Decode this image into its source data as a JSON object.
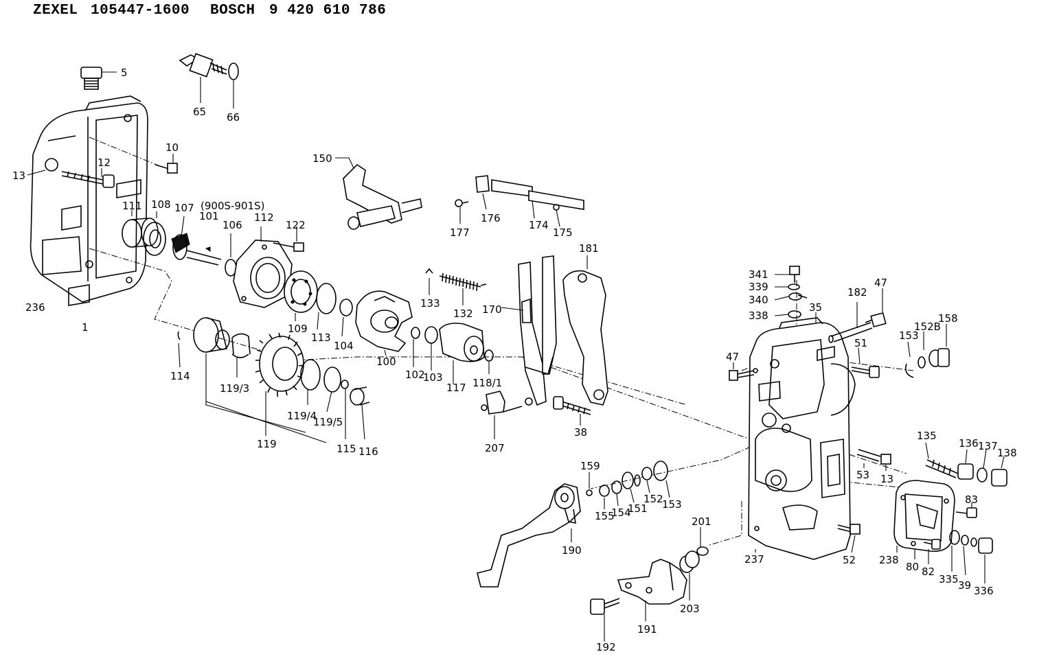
{
  "header": {
    "brand1": "ZEXEL",
    "part1": "105447-1600",
    "brand2": "BOSCH",
    "part2": "9 420 610 786"
  },
  "callouts": [
    {
      "id": "5",
      "text": "5"
    },
    {
      "id": "65",
      "text": "65"
    },
    {
      "id": "66",
      "text": "66"
    },
    {
      "id": "10",
      "text": "10"
    },
    {
      "id": "12",
      "text": "12"
    },
    {
      "id": "13a",
      "text": "13"
    },
    {
      "id": "111",
      "text": "111"
    },
    {
      "id": "108",
      "text": "108"
    },
    {
      "id": "107",
      "text": "107"
    },
    {
      "id": "note",
      "text": "(900S-901S)"
    },
    {
      "id": "101",
      "text": "101"
    },
    {
      "id": "106",
      "text": "106"
    },
    {
      "id": "112",
      "text": "112"
    },
    {
      "id": "122",
      "text": "122"
    },
    {
      "id": "236",
      "text": "236"
    },
    {
      "id": "1",
      "text": "1"
    },
    {
      "id": "109",
      "text": "109"
    },
    {
      "id": "113",
      "text": "113"
    },
    {
      "id": "104",
      "text": "104"
    },
    {
      "id": "100",
      "text": "100"
    },
    {
      "id": "102",
      "text": "102"
    },
    {
      "id": "103",
      "text": "103"
    },
    {
      "id": "117",
      "text": "117"
    },
    {
      "id": "118/1",
      "text": "118/1"
    },
    {
      "id": "114",
      "text": "114"
    },
    {
      "id": "119/3",
      "text": "119/3"
    },
    {
      "id": "119/4",
      "text": "119/4"
    },
    {
      "id": "119/5",
      "text": "119/5"
    },
    {
      "id": "119",
      "text": "119"
    },
    {
      "id": "115",
      "text": "115"
    },
    {
      "id": "116",
      "text": "116"
    },
    {
      "id": "150",
      "text": "150"
    },
    {
      "id": "133",
      "text": "133"
    },
    {
      "id": "132",
      "text": "132"
    },
    {
      "id": "177",
      "text": "177"
    },
    {
      "id": "176",
      "text": "176"
    },
    {
      "id": "174",
      "text": "174"
    },
    {
      "id": "175",
      "text": "175"
    },
    {
      "id": "170",
      "text": "170"
    },
    {
      "id": "181",
      "text": "181"
    },
    {
      "id": "207",
      "text": "207"
    },
    {
      "id": "38",
      "text": "38"
    },
    {
      "id": "341",
      "text": "341"
    },
    {
      "id": "339",
      "text": "339"
    },
    {
      "id": "340",
      "text": "340"
    },
    {
      "id": "338",
      "text": "338"
    },
    {
      "id": "35",
      "text": "35"
    },
    {
      "id": "182",
      "text": "182"
    },
    {
      "id": "47a",
      "text": "47"
    },
    {
      "id": "47b",
      "text": "47"
    },
    {
      "id": "51",
      "text": "51"
    },
    {
      "id": "153a",
      "text": "153"
    },
    {
      "id": "152B",
      "text": "152B"
    },
    {
      "id": "158",
      "text": "158"
    },
    {
      "id": "135",
      "text": "135"
    },
    {
      "id": "136",
      "text": "136"
    },
    {
      "id": "137",
      "text": "137"
    },
    {
      "id": "138",
      "text": "138"
    },
    {
      "id": "53",
      "text": "53"
    },
    {
      "id": "13b",
      "text": "13"
    },
    {
      "id": "159",
      "text": "159"
    },
    {
      "id": "155",
      "text": "155"
    },
    {
      "id": "154",
      "text": "154"
    },
    {
      "id": "151",
      "text": "151"
    },
    {
      "id": "152",
      "text": "152"
    },
    {
      "id": "153b",
      "text": "153"
    },
    {
      "id": "190",
      "text": "190"
    },
    {
      "id": "201",
      "text": "201"
    },
    {
      "id": "203",
      "text": "203"
    },
    {
      "id": "191",
      "text": "191"
    },
    {
      "id": "192",
      "text": "192"
    },
    {
      "id": "237",
      "text": "237"
    },
    {
      "id": "52",
      "text": "52"
    },
    {
      "id": "83",
      "text": "83"
    },
    {
      "id": "238",
      "text": "238"
    },
    {
      "id": "80",
      "text": "80"
    },
    {
      "id": "82",
      "text": "82"
    },
    {
      "id": "335",
      "text": "335"
    },
    {
      "id": "39",
      "text": "39"
    },
    {
      "id": "336",
      "text": "336"
    }
  ]
}
